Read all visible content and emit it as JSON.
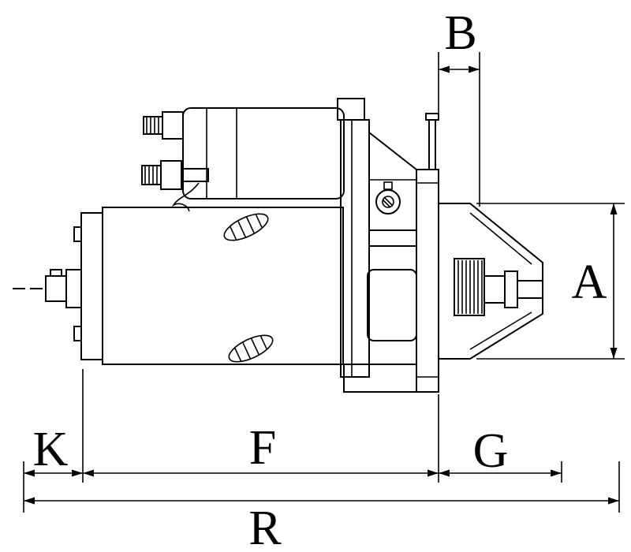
{
  "diagram": {
    "type": "technical-dimension-drawing",
    "colors": {
      "line": "#000000",
      "background": "#ffffff"
    },
    "dimensions": {
      "top_width": "B",
      "right_height": "A",
      "bottom_left": "K",
      "bottom_middle": "F",
      "bottom_right": "G",
      "overall_length": "R"
    }
  }
}
